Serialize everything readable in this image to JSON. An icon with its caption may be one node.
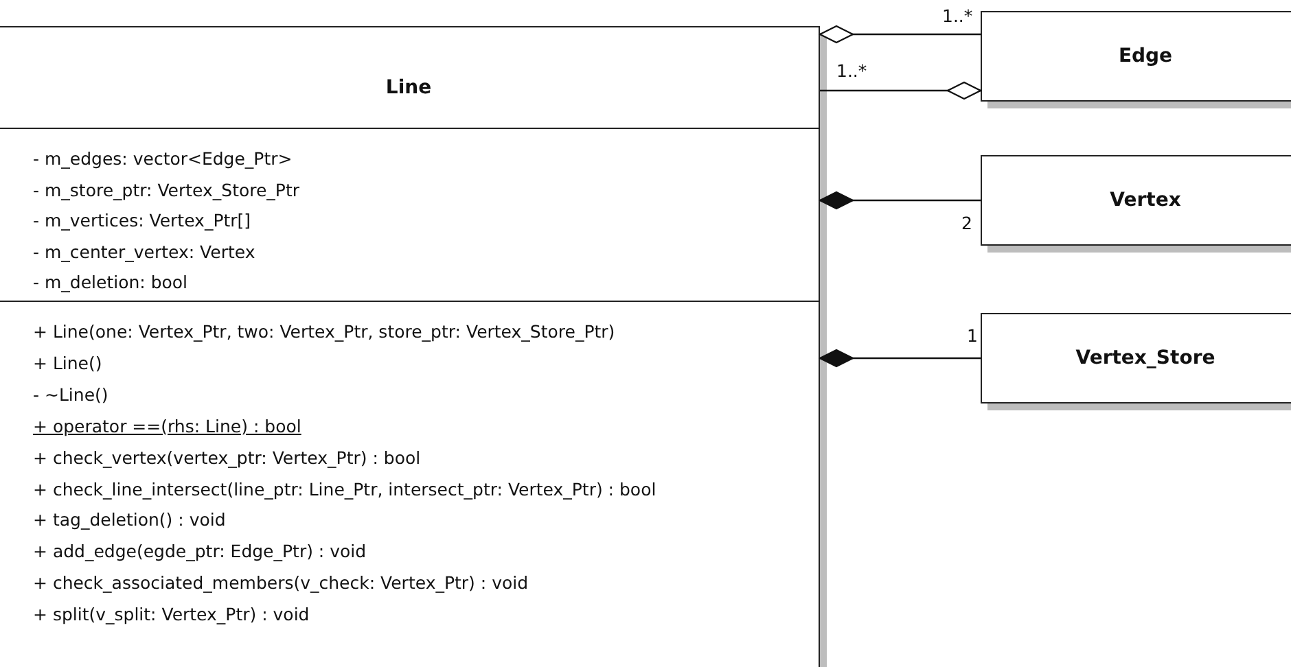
{
  "diagram": {
    "nodes": [
      {
        "text": [
          "Line"
        ]
      },
      {
        "text": [
          "- m_edges: vector<Edge_Ptr>",
          "- m_store_ptr: Vertex_Store_Ptr",
          "- m_vertices: Vertex_Ptr[]",
          "- m_center_vertex: Vertex",
          "- m_deletion: bool"
        ],
        "in": 0
      },
      {
        "text": [
          "+ Line(one: Vertex_Ptr, two: Vertex_Ptr, store_ptr: Vertex_Store_Ptr)",
          "+ Line()",
          "- ~Line()",
          "+ operator ==(rhs: Line) : bool",
          "+ check_vertex(vertex_ptr: Vertex_Ptr) : bool",
          "+ check_line_intersect(line_ptr: Line_Ptr, intersect_ptr: Vertex_Ptr) : bool",
          "+ tag_deletion() : void",
          "+ add_edge(egde_ptr: Edge_Ptr) : void",
          "+ check_associated_members(v_check: Vertex_Ptr) : void",
          "+ split(v_split: Vertex_Ptr) : void"
        ],
        "in": 0
      },
      {
        "text": [
          "Edge"
        ]
      },
      {
        "text": [
          "Vertex"
        ]
      },
      {
        "text": [
          "Vertex_Store"
        ]
      }
    ],
    "edges": [
      {
        "from": 0,
        "to": 3,
        "arrow": "other",
        "label": "1..*"
      },
      {
        "from": 3,
        "to": 0,
        "arrow": "other",
        "label": "1..*"
      },
      {
        "from": 0,
        "to": 4,
        "arrow": "other",
        "label": "2"
      },
      {
        "from": 0,
        "to": 5,
        "arrow": "other",
        "label": "1"
      }
    ]
  }
}
